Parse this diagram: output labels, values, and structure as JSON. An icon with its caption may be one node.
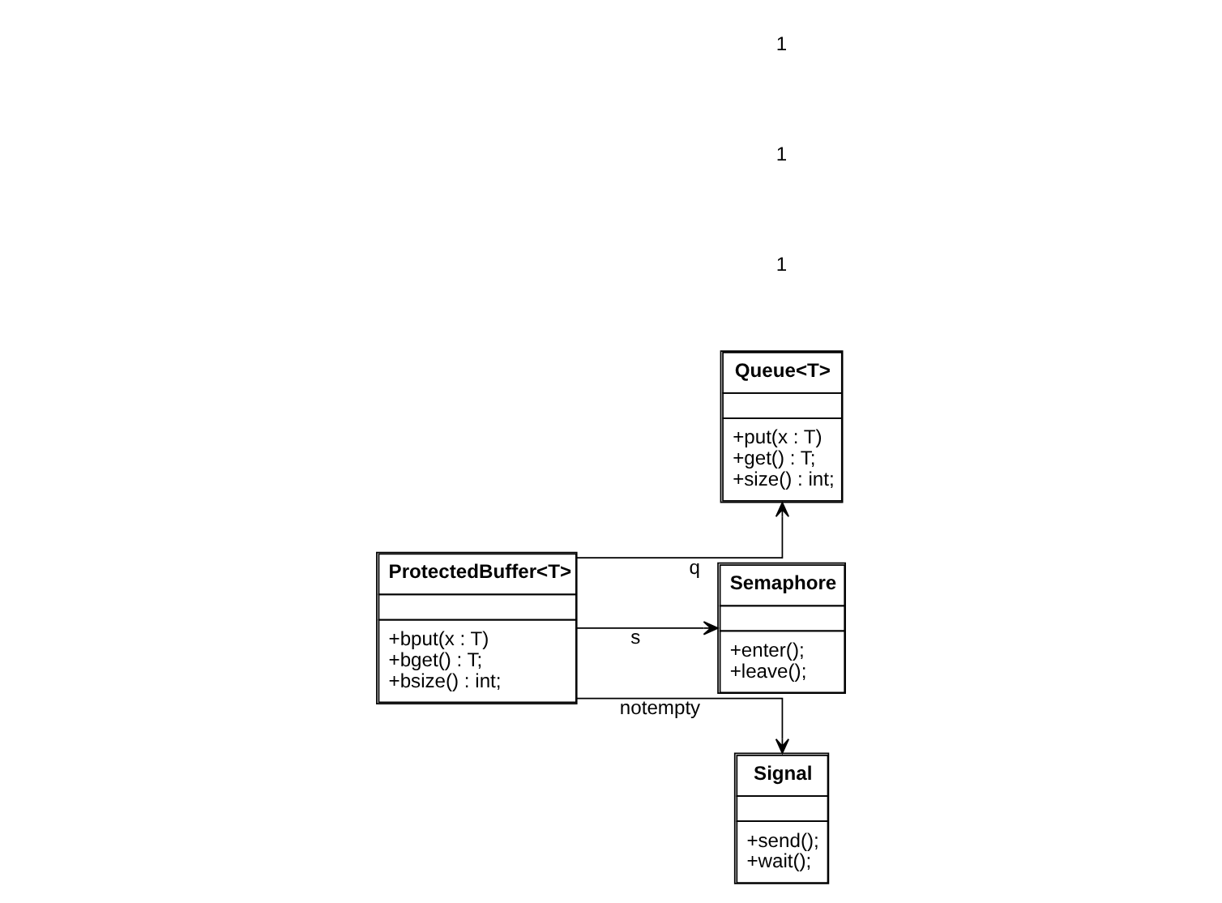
{
  "diagram": {
    "nodes": [
      {
        "text": [
          "ProtectedBuffer<T>",
          "+bput(x : T)",
          "+bget() : T;",
          "+bsize() : int;"
        ]
      },
      {
        "text": [
          "Queue<T>",
          "+put(x : T)",
          "+get() : T;",
          "+size() : int;"
        ]
      },
      {
        "text": [
          "Semaphore",
          "+enter();",
          "+leave();"
        ]
      },
      {
        "text": [
          "Signal",
          "+send();",
          "+wait();"
        ]
      }
    ],
    "edges": [
      {
        "from": 0,
        "to": 1,
        "arrow": "to",
        "label": "q"
      },
      {
        "from": 0,
        "to": 2,
        "arrow": "to",
        "label": "s"
      },
      {
        "from": 0,
        "to": 3,
        "arrow": "to",
        "label": "notempty"
      }
    ],
    "labels": [
      "1",
      "1",
      "1"
    ]
  }
}
